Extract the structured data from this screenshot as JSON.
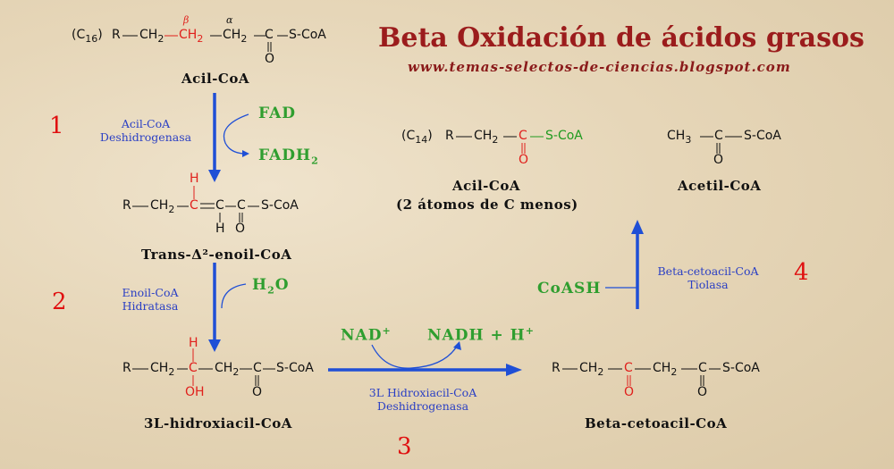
{
  "title": "Beta Oxidación de ácidos grasos",
  "url": "www.temas-selectos-de-ciencias.blogspot.com",
  "steps": [
    "1",
    "2",
    "3",
    "4"
  ],
  "compounds": {
    "acil_coa": "Acil-CoA",
    "trans_enoil": "Trans-Δ²-enoil-CoA",
    "hidroxiacil": "3L-hidroxiacil-CoA",
    "cetoacil": "Beta-cetoacil-CoA",
    "acil_coa_short": "Acil-CoA",
    "acil_coa_short_note": "(2 átomos de C menos)",
    "acetil_coa": "Acetil-CoA"
  },
  "enzymes": {
    "e1_line1": "Acil-CoA",
    "e1_line2": "Deshidrogenasa",
    "e2_line1": "Enoil-CoA",
    "e2_line2": "Hidratasa",
    "e3_line1": "3L Hidroxiacil-CoA",
    "e3_line2": "Deshidrogenasa",
    "e4_line1": "Beta-cetoacil-CoA",
    "e4_line2": "Tiolasa"
  },
  "reagents": {
    "fad": "FAD",
    "fadh2": "FADH",
    "fadh2_sub": "2",
    "h2o": "H",
    "h2o_sub": "2",
    "h2o_end": "O",
    "nad": "NAD",
    "nad_sup": "+",
    "nadh": "NADH + H",
    "nadh_sup": "+",
    "coash": "CoASH"
  },
  "formula": {
    "c16": "(C",
    "c16_sub": "16",
    "c14_sub": "14",
    "close": ")",
    "r": "R",
    "ch2": "CH",
    "two": "2",
    "c": "C",
    "o": "O",
    "h": "H",
    "oh": "OH",
    "scoa": "S-CoA",
    "ch3": "CH",
    "three": "3",
    "beta": "β",
    "alpha": "α"
  },
  "colors": {
    "title": "#9b1c1c",
    "enzyme": "#2a3fc4",
    "reagent": "#2f9e2f",
    "step": "#e01010",
    "highlight": "#e0201c",
    "arrow": "#1f4fd6"
  }
}
